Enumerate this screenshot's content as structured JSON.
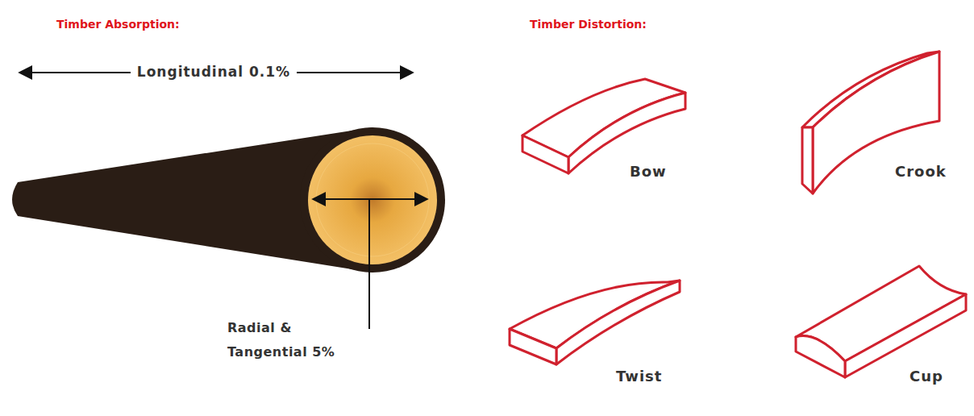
{
  "diagram": {
    "labels": [
      "Timber Absorption:",
      "Longitudinal 0.1%",
      "Radial & Tangential 5%",
      "Timber Distortion:",
      "Bow",
      "Crook",
      "Twist",
      "Cup"
    ]
  }
}
